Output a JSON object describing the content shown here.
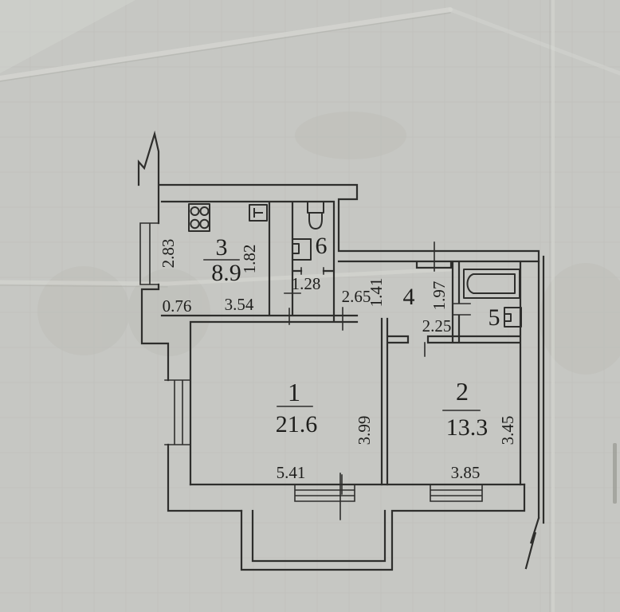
{
  "document": {
    "kind": "apartment floor plan (scanned paper)",
    "colors": {
      "paper": "#c6c7c3",
      "ink": "#2e2e2c"
    }
  },
  "rooms": [
    {
      "number": "1",
      "area": "21.6"
    },
    {
      "number": "2",
      "area": "13.3"
    },
    {
      "number": "3",
      "area": "8.9"
    },
    {
      "number": "4",
      "area": ""
    },
    {
      "number": "5",
      "area": ""
    },
    {
      "number": "6",
      "area": ""
    }
  ],
  "dimensions": {
    "d283": "2.83",
    "d182": "1.82",
    "d076": "0.76",
    "d354": "3.54",
    "d128": "1.28",
    "d265": "2.65",
    "d141": "1.41",
    "d225": "2.25",
    "d197": "1.97",
    "d399": "3.99",
    "d541": "5.41",
    "d345": "3.45",
    "d385": "3.85"
  },
  "icons": [
    "stove-icon",
    "vent-icon",
    "toilet-icon",
    "sink-icon",
    "bathtub-icon"
  ]
}
